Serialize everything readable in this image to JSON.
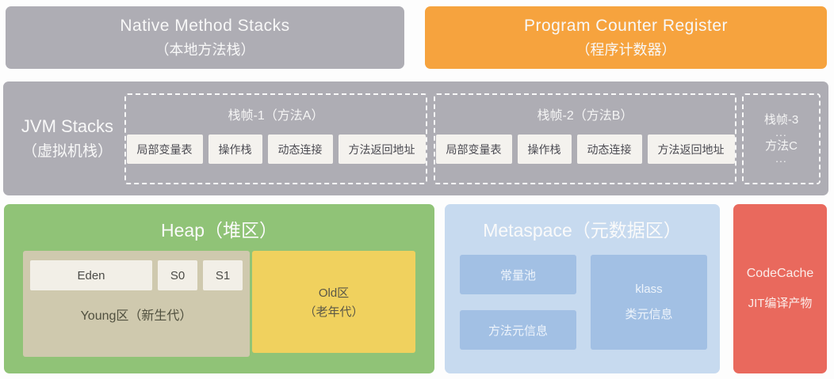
{
  "native_method_stacks": {
    "title_en": "Native Method Stacks",
    "title_zh": "（本地方法栈）"
  },
  "program_counter_register": {
    "title_en": "Program Counter Register",
    "title_zh": "（程序计数器）"
  },
  "jvm_stacks": {
    "label_en": "JVM Stacks",
    "label_zh": "（虚拟机栈）",
    "frames": [
      {
        "title": "栈帧-1（方法A）",
        "slots": [
          "局部变量表",
          "操作栈",
          "动态连接",
          "方法返回地址"
        ]
      },
      {
        "title": "栈帧-2（方法B）",
        "slots": [
          "局部变量表",
          "操作栈",
          "动态连接",
          "方法返回地址"
        ]
      },
      {
        "title": "栈帧-3",
        "ellipsis_top": "...",
        "method": "方法C",
        "ellipsis_bottom": "..."
      }
    ]
  },
  "heap": {
    "title": "Heap（堆区）",
    "young": {
      "label": "Young区（新生代）",
      "eden": "Eden",
      "s0": "S0",
      "s1": "S1"
    },
    "old": {
      "line1": "Old区",
      "line2": "（老年代）"
    }
  },
  "metaspace": {
    "title": "Metaspace（元数据区）",
    "constant_pool": "常量池",
    "method_meta": "方法元信息",
    "klass": {
      "line1": "klass",
      "line2": "类元信息"
    }
  },
  "codecache": {
    "line1": "CodeCache",
    "line2": "JIT编译产物"
  },
  "colors": {
    "gray": "#aeadb4",
    "orange": "#f6a33e",
    "green": "#90c377",
    "tan": "#cfc9ae",
    "yellow": "#f0d15e",
    "light_blue": "#c7daef",
    "blue": "#a2c0e4",
    "red": "#e9695d"
  }
}
